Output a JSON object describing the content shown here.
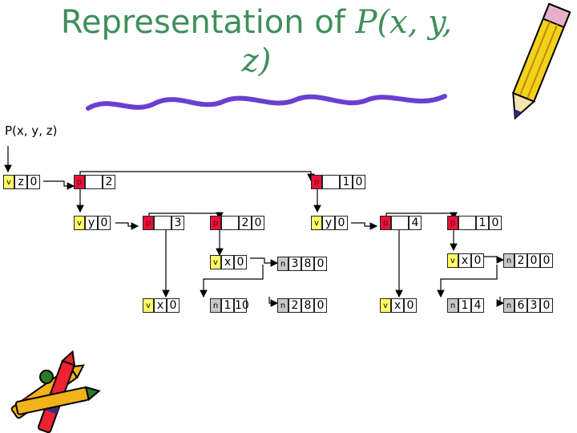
{
  "title": {
    "prefix": "Representation of",
    "expr_part1": "P(x, y,",
    "expr_part2": "z)"
  },
  "poly_label": "P(x, y, z)",
  "icons": [
    "pencil-icon",
    "crayons-icon"
  ],
  "colors": {
    "title": "#3f8f5b",
    "p_tag": "#e8123c",
    "v_tag": "#ffff66",
    "n_tag": "#c8c8c8",
    "squiggle": "#6a3fd0"
  },
  "nodes": {
    "vz0": {
      "t": "v",
      "c": [
        "z",
        "0"
      ]
    },
    "p2": {
      "t": "p",
      "c": [
        "",
        "2"
      ]
    },
    "p10a": {
      "t": "p",
      "c": [
        "",
        "1",
        "0"
      ]
    },
    "vy0a": {
      "t": "v",
      "c": [
        "y",
        "0"
      ]
    },
    "p3": {
      "t": "p",
      "c": [
        "",
        "3"
      ]
    },
    "p20": {
      "t": "p",
      "c": [
        "",
        "2",
        "0"
      ]
    },
    "vy0b": {
      "t": "v",
      "c": [
        "y",
        "0"
      ]
    },
    "p4": {
      "t": "p",
      "c": [
        "",
        "4"
      ]
    },
    "p10b": {
      "t": "p",
      "c": [
        "",
        "1",
        "0"
      ]
    },
    "vx0a": {
      "t": "v",
      "c": [
        "x",
        "0"
      ]
    },
    "n380": {
      "t": "n",
      "c": [
        "3",
        "8",
        "0"
      ]
    },
    "vx0b": {
      "t": "v",
      "c": [
        "x",
        "0"
      ]
    },
    "n200": {
      "t": "n",
      "c": [
        "2",
        "0",
        "0"
      ]
    },
    "vx0c": {
      "t": "v",
      "c": [
        "x",
        "0"
      ]
    },
    "n110": {
      "t": "n",
      "c": [
        "1",
        "10"
      ]
    },
    "n280": {
      "t": "n",
      "c": [
        "2",
        "8",
        "0"
      ]
    },
    "vx0d": {
      "t": "v",
      "c": [
        "x",
        "0"
      ]
    },
    "n14": {
      "t": "n",
      "c": [
        "1",
        "4"
      ]
    },
    "n630": {
      "t": "n",
      "c": [
        "6",
        "3",
        "0"
      ]
    }
  }
}
